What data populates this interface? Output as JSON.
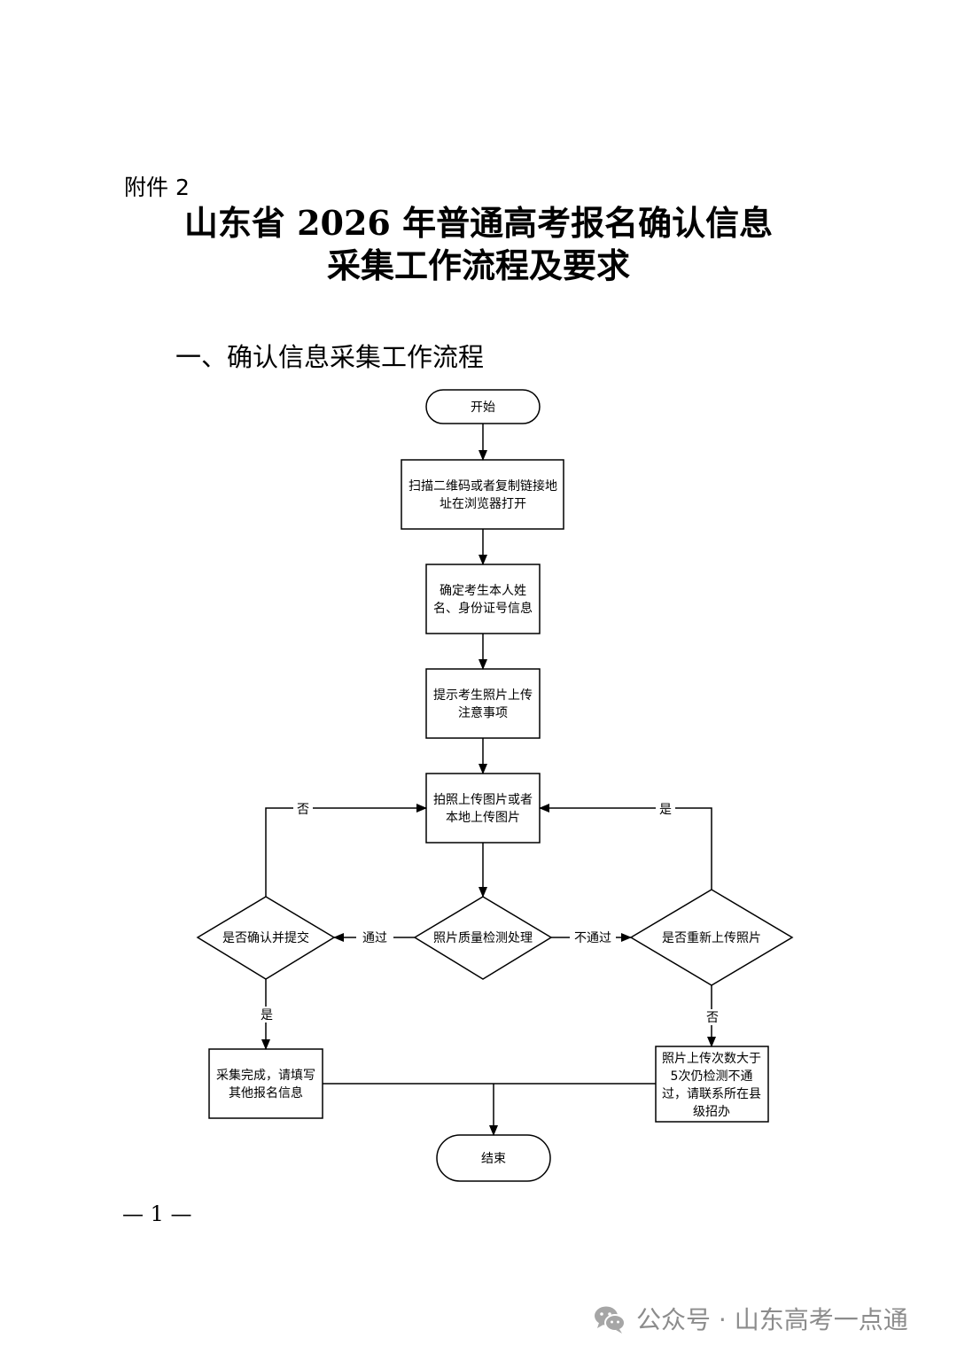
{
  "header": {
    "attachment": "附件 2",
    "title_line1": "山东省 2026 年普通高考报名确认信息",
    "title_line2": "采集工作流程及要求"
  },
  "section1": {
    "heading": "一、确认信息采集工作流程"
  },
  "flowchart": {
    "start": "开始",
    "step_scan": [
      "扫描二维码或者复制链接地",
      "址在浏览器打开"
    ],
    "step_confirm": [
      "确定考生本人姓",
      "名、身份证号信息"
    ],
    "step_tips": [
      "提示考生照片上传",
      "注意事项"
    ],
    "step_upload": [
      "拍照上传图片或者",
      "本地上传图片"
    ],
    "decision_quality": "照片质量检测处理",
    "decision_submit": "是否确认并提交",
    "decision_reupload": "是否重新上传照片",
    "box_done": [
      "采集完成，请填写",
      "其他报名信息"
    ],
    "box_contact": [
      "照片上传次数大于",
      "5次仍检测不通",
      "过，请联系所在县",
      "级招办"
    ],
    "end": "结束",
    "label_pass": "通过",
    "label_fail": "不通过",
    "label_no_left": "否",
    "label_yes_right": "是",
    "label_yes_down": "是",
    "label_no_down": "否"
  },
  "footer": {
    "page_number": "— 1 —",
    "watermark": "公众号 · 山东高考一点通"
  }
}
